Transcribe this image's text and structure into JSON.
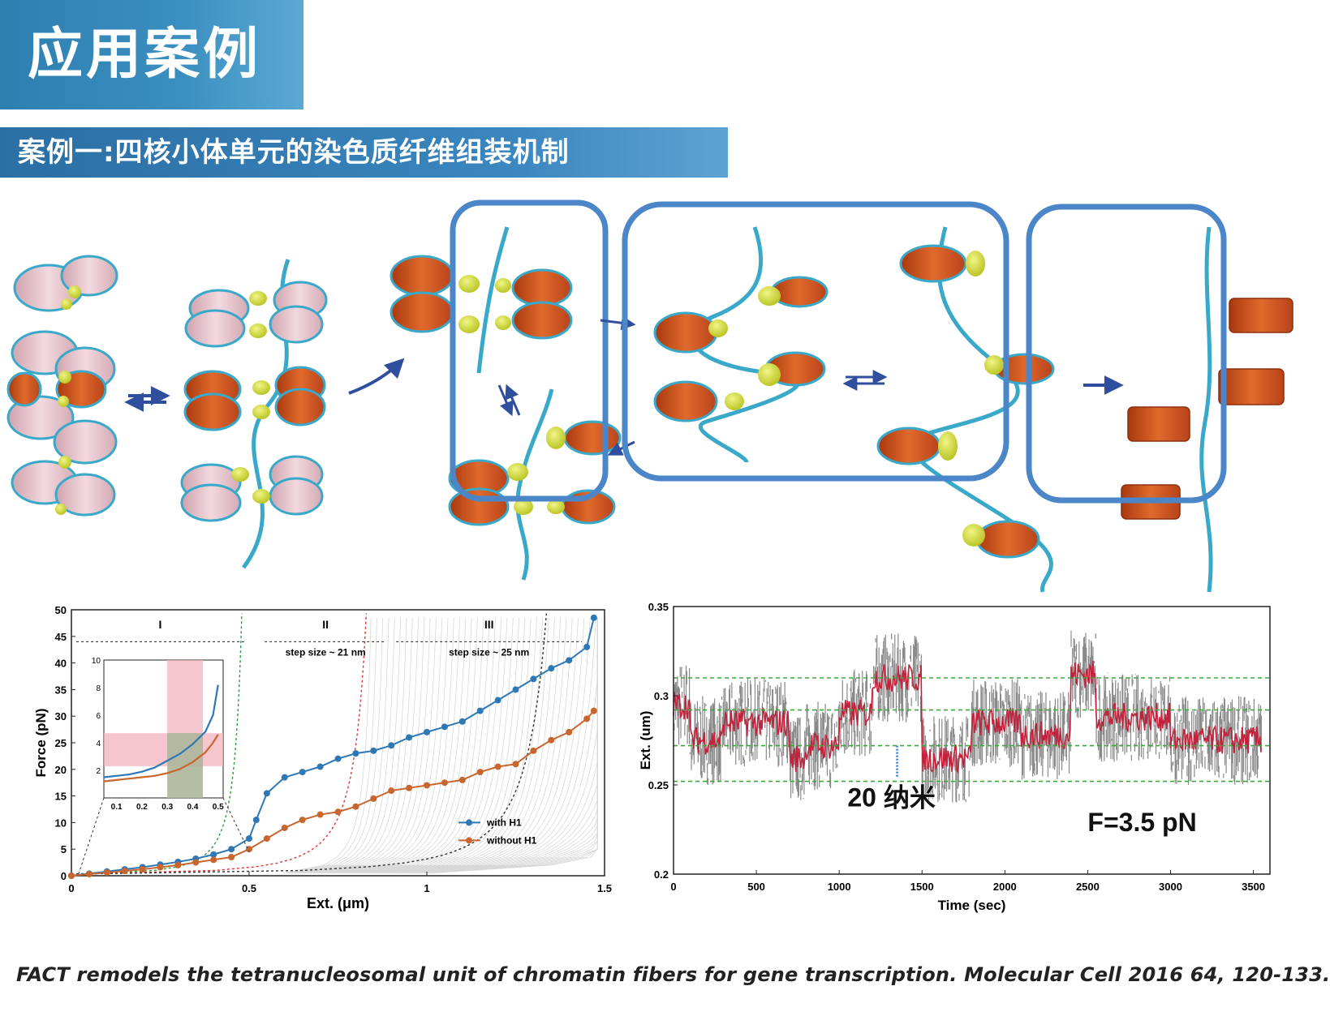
{
  "header": {
    "title": "应用案例",
    "case_title": "案例一:四核小体单元的染色质纤维组装机制"
  },
  "illustration": {
    "colors": {
      "dna": "#3aa8c9",
      "histone_pink": "#e9c6cf",
      "histone_orange": "#d9581f",
      "linker_protein": "#cfdc3a",
      "highlight_box": "#4a86c8",
      "arrow": "#2f4f9e"
    }
  },
  "chart_data": [
    {
      "type": "scatter",
      "xlabel": "Ext. (μm)",
      "ylabel": "Force (pN)",
      "xlim": [
        0,
        1.5
      ],
      "ylim": [
        0,
        50
      ],
      "xticks": [
        "0",
        "0.5",
        "1",
        "1.5"
      ],
      "yticks": [
        "0",
        "5",
        "10",
        "15",
        "20",
        "25",
        "30",
        "35",
        "40",
        "45",
        "50"
      ],
      "regions": [
        {
          "label": "I",
          "range": [
            0,
            0.5
          ],
          "note": ""
        },
        {
          "label": "II",
          "range": [
            0.53,
            0.9
          ],
          "note": "step size ~ 21 nm"
        },
        {
          "label": "III",
          "range": [
            0.9,
            1.45
          ],
          "note": "step size ~ 25 nm"
        }
      ],
      "series": [
        {
          "name": "with H1",
          "color": "#2e78b5",
          "x": [
            0,
            0.05,
            0.1,
            0.15,
            0.2,
            0.25,
            0.3,
            0.35,
            0.4,
            0.45,
            0.5,
            0.52,
            0.55,
            0.6,
            0.65,
            0.7,
            0.75,
            0.8,
            0.85,
            0.9,
            0.95,
            1.0,
            1.05,
            1.1,
            1.15,
            1.2,
            1.25,
            1.3,
            1.35,
            1.4,
            1.45,
            1.47
          ],
          "y": [
            0,
            0.4,
            0.8,
            1.2,
            1.6,
            2.1,
            2.6,
            3.2,
            4.0,
            5.0,
            7.0,
            10.5,
            15.5,
            18.5,
            19.5,
            20.5,
            22.0,
            23.0,
            23.5,
            24.5,
            26.0,
            27.0,
            28.0,
            29.0,
            31.0,
            33.0,
            35.0,
            37.0,
            39.0,
            40.5,
            43.0,
            48.5
          ]
        },
        {
          "name": "without H1",
          "color": "#c9662e",
          "x": [
            0,
            0.05,
            0.1,
            0.15,
            0.2,
            0.25,
            0.3,
            0.35,
            0.4,
            0.45,
            0.5,
            0.55,
            0.6,
            0.65,
            0.7,
            0.75,
            0.8,
            0.85,
            0.9,
            0.95,
            1.0,
            1.05,
            1.1,
            1.15,
            1.2,
            1.25,
            1.3,
            1.35,
            1.4,
            1.45,
            1.47
          ],
          "y": [
            0,
            0.3,
            0.6,
            0.9,
            1.2,
            1.6,
            2.0,
            2.5,
            3.0,
            3.5,
            5.0,
            7.0,
            9.0,
            10.5,
            11.5,
            12.0,
            13.0,
            14.5,
            16.0,
            16.5,
            17.0,
            17.5,
            18.0,
            19.5,
            20.5,
            21.0,
            23.5,
            25.5,
            27.0,
            29.5,
            31.0
          ]
        }
      ],
      "inset": {
        "xticks": [
          "0.1",
          "0.2",
          "0.3",
          "0.4",
          "0.5"
        ],
        "yticks": [
          "2",
          "4",
          "6",
          "8",
          "10"
        ],
        "xlim": [
          0.05,
          0.52
        ],
        "ylim": [
          0,
          10
        ],
        "series": [
          {
            "name": "with H1",
            "x": [
              0.05,
              0.1,
              0.15,
              0.2,
              0.25,
              0.3,
              0.35,
              0.4,
              0.45,
              0.48,
              0.5
            ],
            "y": [
              1.5,
              1.6,
              1.7,
              1.9,
              2.2,
              2.7,
              3.2,
              3.9,
              4.8,
              6.0,
              8.2
            ]
          },
          {
            "name": "without H1",
            "x": [
              0.05,
              0.1,
              0.15,
              0.2,
              0.25,
              0.3,
              0.35,
              0.4,
              0.45,
              0.48,
              0.5
            ],
            "y": [
              1.2,
              1.3,
              1.4,
              1.5,
              1.6,
              1.8,
              2.1,
              2.6,
              3.3,
              4.0,
              4.6
            ]
          }
        ]
      },
      "legend": "lower-right"
    },
    {
      "type": "line",
      "xlabel": "Time (sec)",
      "ylabel": "Ext. (um)",
      "xlim": [
        0,
        3600
      ],
      "ylim": [
        0.2,
        0.35
      ],
      "xticks": [
        "0",
        "500",
        "1000",
        "1500",
        "2000",
        "2500",
        "3000",
        "3500"
      ],
      "yticks": [
        "0.2",
        "0.25",
        "0.3",
        "0.35"
      ],
      "levels": [
        0.252,
        0.272,
        0.292,
        0.31
      ],
      "raw_color": "#8a8a8a",
      "filtered_color": "#c4213c",
      "level_color": "#3aa83a",
      "segments": [
        {
          "t": [
            0,
            100
          ],
          "mean": 0.295
        },
        {
          "t": [
            100,
            300
          ],
          "mean": 0.275
        },
        {
          "t": [
            300,
            700
          ],
          "mean": 0.285
        },
        {
          "t": [
            700,
            800
          ],
          "mean": 0.265
        },
        {
          "t": [
            800,
            1000
          ],
          "mean": 0.272
        },
        {
          "t": [
            1000,
            1200
          ],
          "mean": 0.29
        },
        {
          "t": [
            1200,
            1500
          ],
          "mean": 0.31
        },
        {
          "t": [
            1500,
            1800
          ],
          "mean": 0.265
        },
        {
          "t": [
            1800,
            2100
          ],
          "mean": 0.285
        },
        {
          "t": [
            2100,
            2400
          ],
          "mean": 0.278
        },
        {
          "t": [
            2400,
            2550
          ],
          "mean": 0.312
        },
        {
          "t": [
            2550,
            3000
          ],
          "mean": 0.288
        },
        {
          "t": [
            3000,
            3550
          ],
          "mean": 0.275
        }
      ],
      "annotation_step": "20 纳米",
      "annotation_force": "F=3.5 pN"
    }
  ],
  "caption": "FACT remodels the tetranucleosomal unit of chromatin fibers for gene transcription. Molecular Cell 2016 64, 120-133."
}
